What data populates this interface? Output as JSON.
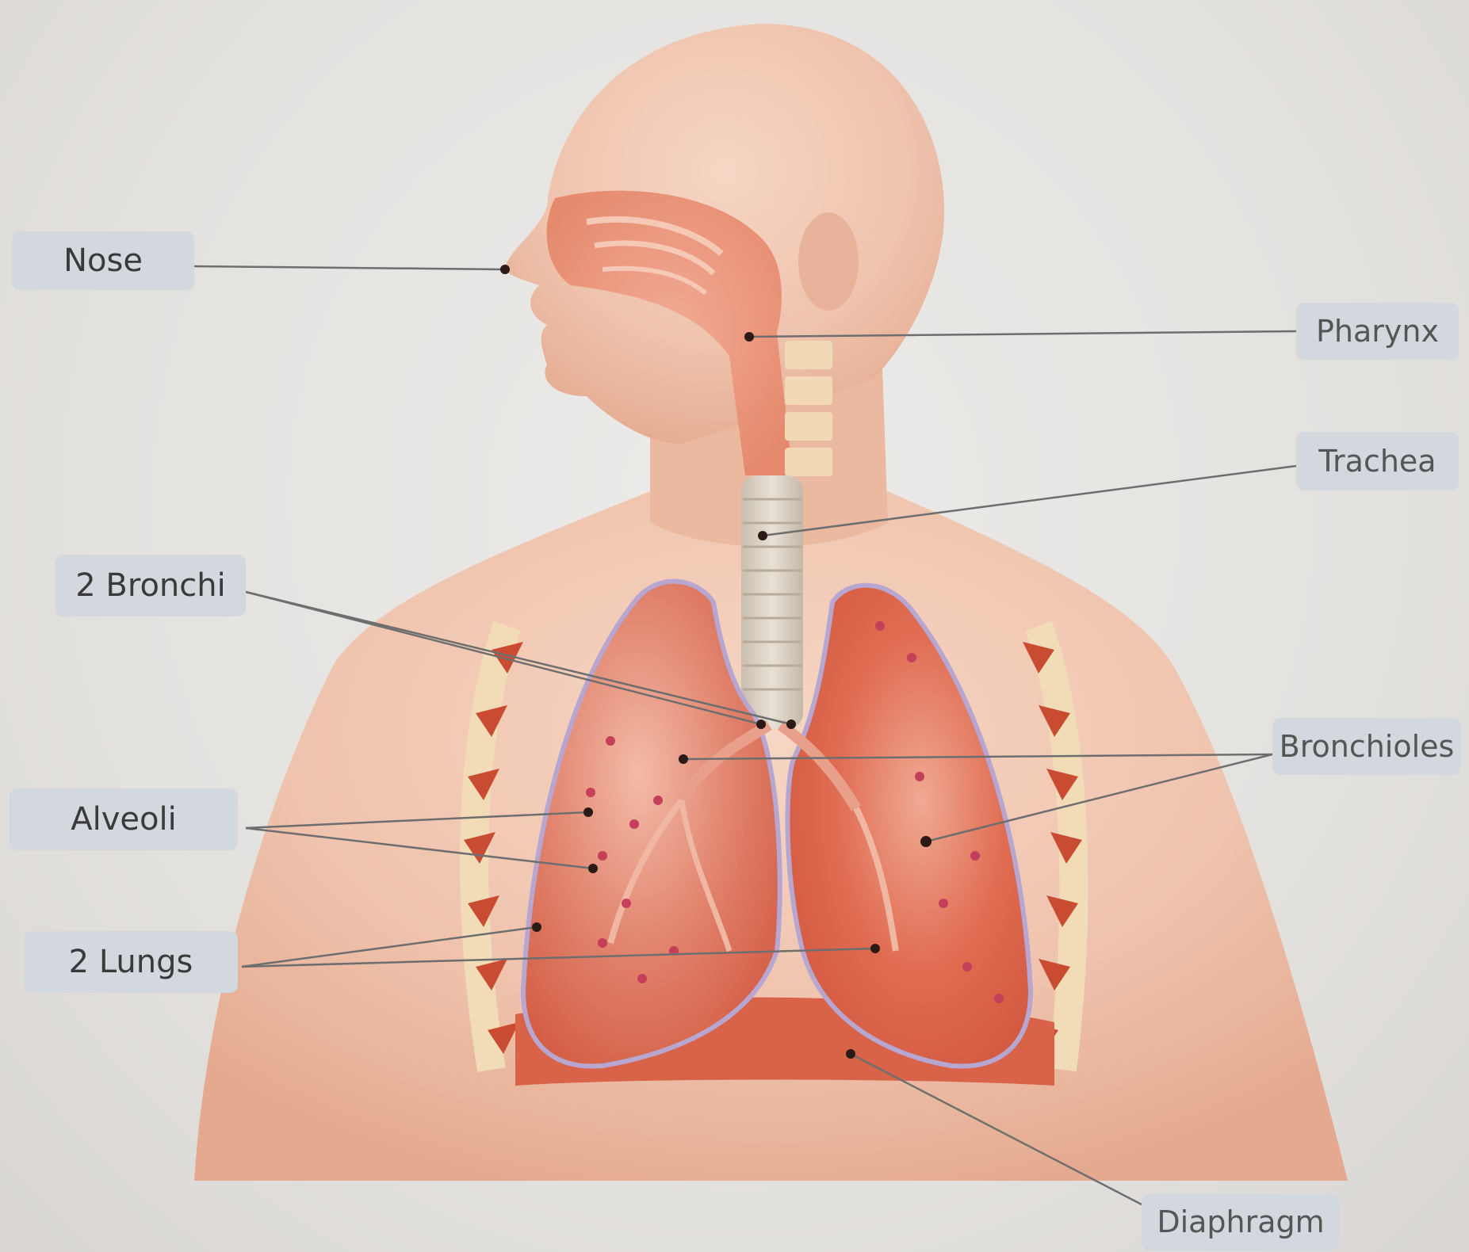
{
  "figure": {
    "colors": {
      "background": "#e7e4e2",
      "skin": "#efc3ad",
      "lung": "#dd6a4e",
      "label_box": "#d3d8de",
      "leader_line": "#6e6e6e"
    },
    "labels": {
      "nose": "Nose",
      "pharynx": "Pharynx",
      "trachea": "Trachea",
      "bronchi": "2 Bronchi",
      "bronchioles": "Bronchioles",
      "alveoli": "Alveoli",
      "lungs": "2 Lungs",
      "diaphragm": "Diaphragm"
    }
  }
}
